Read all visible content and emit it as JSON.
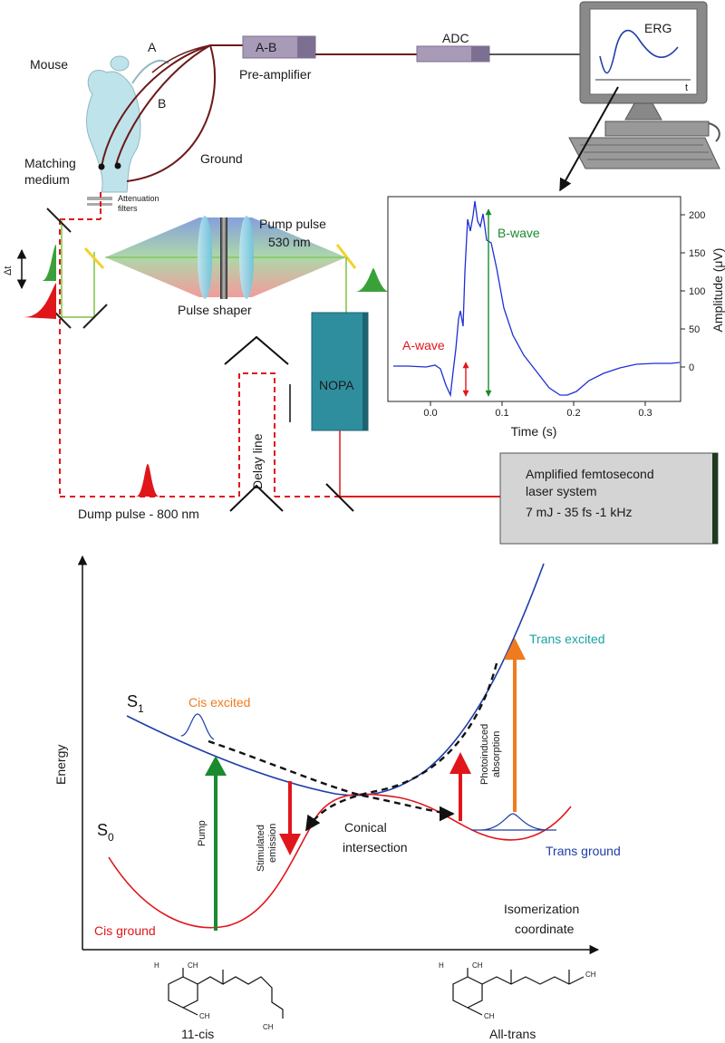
{
  "setup": {
    "mouse_label": "Mouse",
    "electrode_a": "A",
    "electrode_b": "B",
    "ground_label": "Ground",
    "matching_medium_line1": "Matching",
    "matching_medium_line2": "medium",
    "attenuation_line1": "Attenuation",
    "attenuation_line2": "filters",
    "preamp_box": "A-B",
    "preamp_label": "Pre-amplifier",
    "adc_label": "ADC",
    "monitor_label": "ERG",
    "monitor_axis": "t",
    "pump_pulse_line1": "Pump pulse",
    "pump_pulse_line2": "530 nm",
    "pulse_shaper": "Pulse shaper",
    "nopa": "NOPA",
    "delay_line": "Delay line",
    "dump_pulse": "Dump pulse - 800 nm",
    "delta_t": "Δt",
    "laser_line1": "Amplified femtosecond",
    "laser_line2": "laser system",
    "laser_line3": "7 mJ - 35 fs -1 kHz"
  },
  "erg_plot": {
    "a_wave": "A-wave",
    "b_wave": "B-wave",
    "xlabel": "Time (s)",
    "ylabel": "Amplitude (μV)",
    "xticks": [
      "0.0",
      "0.1",
      "0.2",
      "0.3"
    ],
    "yticks": [
      "0",
      "50",
      "100",
      "150",
      "200"
    ]
  },
  "energy_diagram": {
    "y_axis": "Energy",
    "x_axis_line1": "Isomerization",
    "x_axis_line2": "coordinate",
    "s1_label": "S",
    "s1_sub": "1",
    "s0_label": "S",
    "s0_sub": "0",
    "cis_excited": "Cis excited",
    "cis_ground": "Cis ground",
    "trans_excited": "Trans excited",
    "trans_ground": "Trans ground",
    "pump": "Pump",
    "stimulated_line1": "Stimulated",
    "stimulated_line2": "emission",
    "conical_line1": "Conical",
    "conical_line2": "intersection",
    "photo_line1": "Photoinduced",
    "photo_line2": "absorption"
  },
  "molecules": {
    "left_name": "11-cis",
    "right_name": "All-trans",
    "h3c": "H",
    "ch3": "CH",
    "ch2oh": "CH",
    "ch2oh_right": "CH"
  },
  "colors": {
    "red": "#e0161b",
    "green": "#1a8a2e",
    "blue_curve": "#1f3ea8",
    "orange": "#f07b1e",
    "teal": "#1aa3a3",
    "wire": "#6b1a1a",
    "nopa": "#2f8e9e",
    "laser_box": "#d4d4d4"
  }
}
